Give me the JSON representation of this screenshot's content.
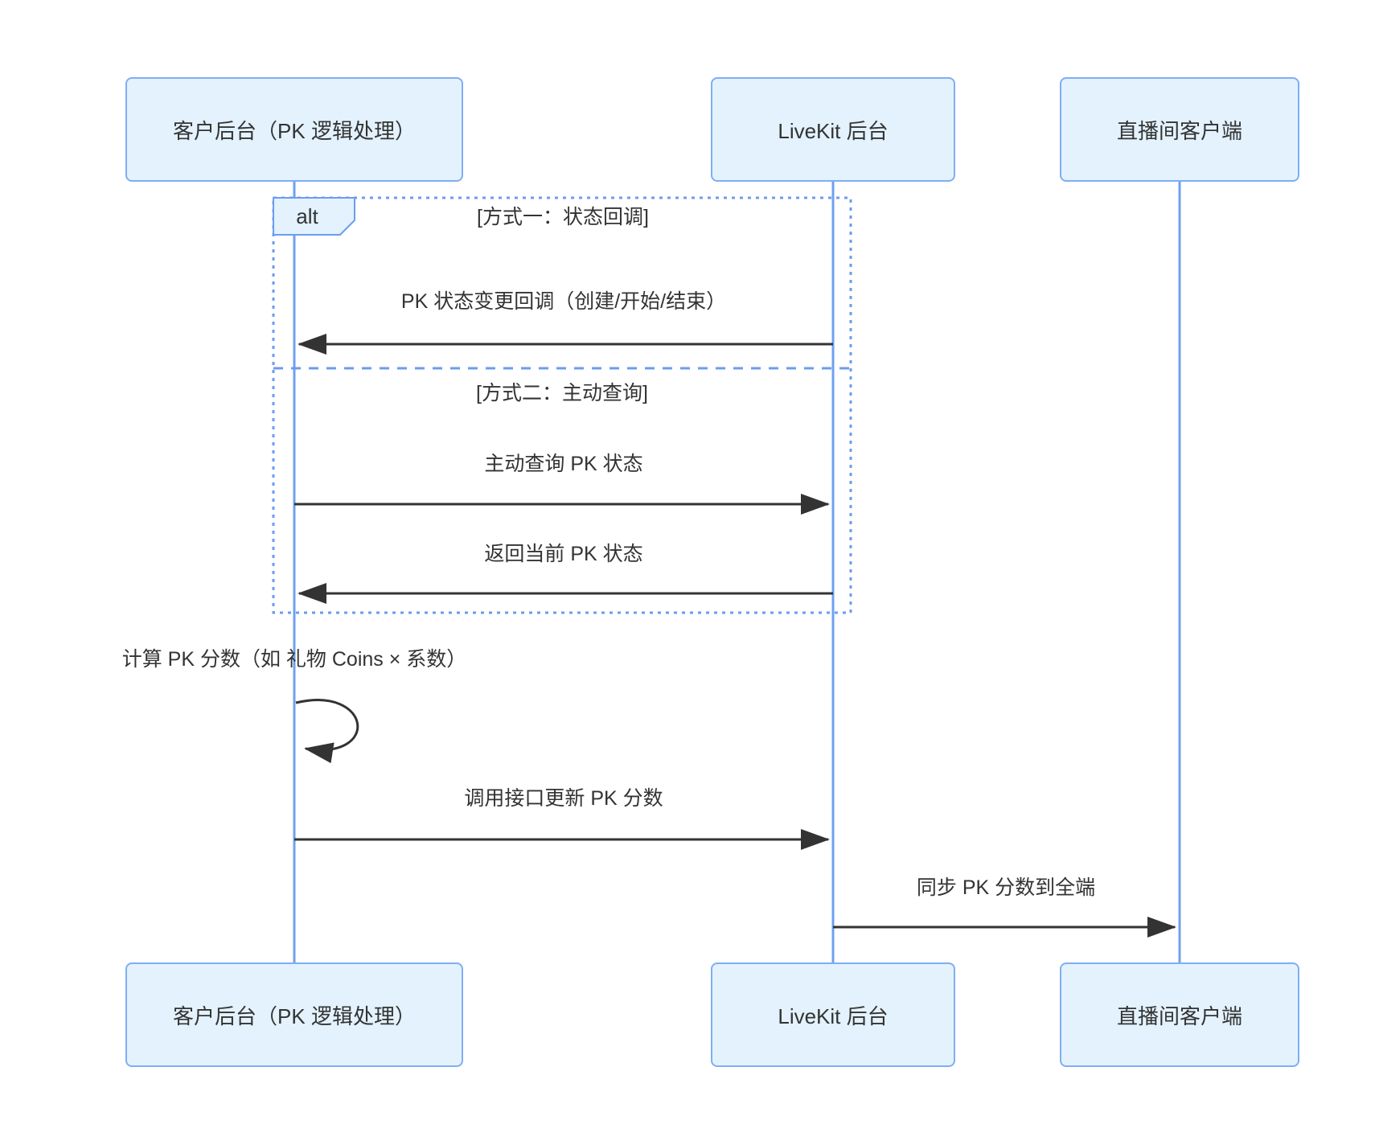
{
  "diagram": {
    "type": "sequence",
    "participants": [
      {
        "id": "customer-backend",
        "name": "客户后台（PK 逻辑处理）"
      },
      {
        "id": "livekit-backend",
        "name": "LiveKit 后台"
      },
      {
        "id": "live-room-client",
        "name": "直播间客户端"
      }
    ],
    "alt_frame": {
      "keyword": "alt",
      "branch1_label": "[方式一：状态回调]",
      "branch2_label": "[方式二：主动查询]"
    },
    "messages": {
      "m1_status_callback": "PK 状态变更回调（创建/开始/结束）",
      "m2_query_status": "主动查询 PK 状态",
      "m3_return_status": "返回当前 PK 状态",
      "self_compute_score": "计算 PK 分数（如 礼物 Coins × 系数）",
      "m4_update_score": "调用接口更新 PK 分数",
      "m5_sync_score": "同步 PK 分数到全端"
    },
    "colors": {
      "box_fill": "#E3F2FD",
      "box_border": "#7FAEF4",
      "lifeline": "#6FA0F0",
      "alt_frame_border": "#6C9CEF",
      "arrow": "#333333",
      "text": "#333333",
      "background": "#ffffff"
    }
  }
}
